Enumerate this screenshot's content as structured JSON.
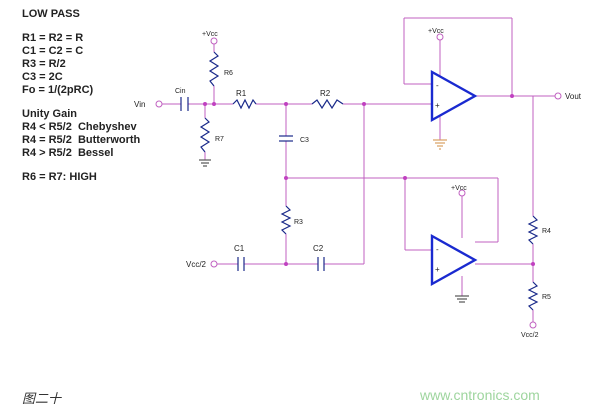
{
  "notes": {
    "title": "LOW PASS",
    "design": [
      "R1 = R2 = R",
      "C1 = C2 = C",
      "R3 = R/2",
      "C3 = 2C",
      "Fo = 1/(2pRC)"
    ],
    "gain_title": "Unity Gain",
    "gain": [
      "R4 < R5/2  Chebyshev",
      "R4 = R5/2  Butterworth",
      "R4 > R5/2  Bessel"
    ],
    "rule": "R6 = R7: HIGH"
  },
  "labels": {
    "vcc_r6": "+Vcc",
    "vcc_u1": "+Vcc",
    "vcc_u2": "+Vcc",
    "vin": "Vin",
    "vout": "Vout",
    "vcc2_left": "Vcc/2",
    "vcc2_right": "Vcc/2",
    "cin": "Cin",
    "r1": "R1",
    "r2": "R2",
    "r3": "R3",
    "r4": "R4",
    "r5": "R5",
    "r6": "R6",
    "r7": "R7",
    "c1": "C1",
    "c2": "C2",
    "c3": "C3",
    "u1_minus": "-",
    "u1_plus": "+",
    "u2_minus": "-",
    "u2_plus": "+"
  },
  "caption": "图二十",
  "watermark": "www.cntronics.com"
}
